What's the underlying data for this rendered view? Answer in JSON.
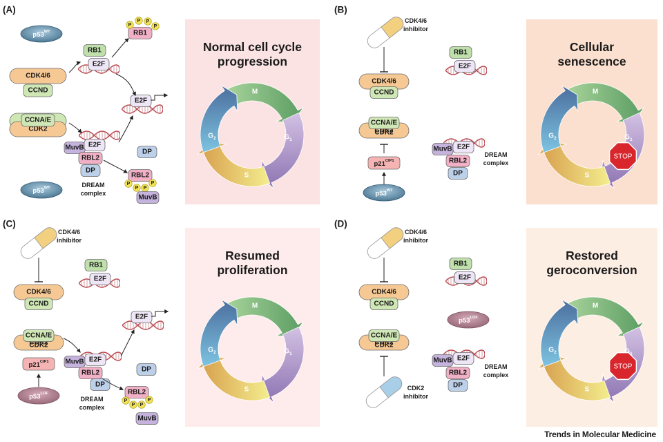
{
  "panels": [
    {
      "letter": "(A)",
      "title_line1": "Normal cell cycle",
      "title_line2": "progression",
      "p53_top": "p53",
      "p53_top_sup": "WT",
      "p53_bottom": "p53",
      "p53_bottom_sup": "WT",
      "cdk46": "CDK4/6",
      "ccnd": "CCND",
      "ccna": "CCNA/E",
      "cdk2": "CDK2",
      "rb1": "RB1",
      "e2f_rb": "E2F",
      "rb1_phos": "RB1",
      "e2f_free": "E2F",
      "muvb": "MuvB",
      "e2f_dream": "E2F",
      "rbl2": "RBL2",
      "dp": "DP",
      "dream_line1": "DREAM",
      "dream_line2": "complex",
      "dp_free": "DP",
      "rbl2_phos": "RBL2",
      "muvb_free": "MuvB",
      "p": "P"
    },
    {
      "letter": "(B)",
      "title_line1": "Cellular",
      "title_line2": "senescence",
      "inhib_line1": "CDK4/6",
      "inhib_line2": "inhibitor",
      "cdk46": "CDK4/6",
      "ccnd": "CCND",
      "ccna": "CCNA/E",
      "cdk2": "CDK2",
      "p21": "p21",
      "p21_sup": "CIP1",
      "p53": "p53",
      "p53_sup": "WT",
      "rb1": "RB1",
      "e2f_rb": "E2F",
      "muvb": "MuvB",
      "e2f_dream": "E2F",
      "rbl2": "RBL2",
      "dp": "DP",
      "dream_line1": "DREAM",
      "dream_line2": "complex",
      "stop": "STOP"
    },
    {
      "letter": "(C)",
      "title_line1": "Resumed",
      "title_line2": "proliferation",
      "inhib_line1": "CDK4/6",
      "inhib_line2": "inhibitor",
      "cdk46": "CDK4/6",
      "ccnd": "CCND",
      "ccna": "CCNA/E",
      "cdk2": "CDK2",
      "p21": "p21",
      "p21_sup": "CIP1",
      "p53": "p53",
      "p53_sup": "LOF",
      "rb1": "RB1",
      "e2f_rb": "E2F",
      "e2f_free": "E2F",
      "muvb": "MuvB",
      "e2f_dream": "E2F",
      "rbl2": "RBL2",
      "dp": "DP",
      "dream_line1": "DREAM",
      "dream_line2": "complex",
      "dp_free": "DP",
      "rbl2_phos": "RBL2",
      "muvb_free": "MuvB",
      "p": "P"
    },
    {
      "letter": "(D)",
      "title_line1": "Restored",
      "title_line2": "geroconversion",
      "inhib_line1": "CDK4/6",
      "inhib_line2": "inhibitor",
      "cdk46": "CDK4/6",
      "ccnd": "CCND",
      "ccna": "CCNA/E",
      "cdk2": "CDK2",
      "inhib2_line1": "CDK2",
      "inhib2_line2": "inhibitor",
      "rb1": "RB1",
      "e2f_rb": "E2F",
      "p53": "p53",
      "p53_sup": "LOF",
      "muvb": "MuvB",
      "e2f_dream": "E2F",
      "rbl2": "RBL2",
      "dp": "DP",
      "dream_line1": "DREAM",
      "dream_line2": "complex",
      "stop": "STOP"
    }
  ],
  "cycle": {
    "m": "M",
    "g1": "G",
    "g1_sub": "1",
    "s": "S",
    "g2": "G",
    "g2_sub": "2"
  },
  "footer": "Trends in Molecular Medicine",
  "colors": {
    "panel_pink": "#fbe3e3",
    "panel_peach": "#fbe0cf",
    "panel_light_pink": "#fdeceb",
    "panel_cream": "#fdeee4",
    "cdk46_orange": "#f6c893",
    "ccnd_green": "#cfe6b5",
    "rb1_green": "#bfe0ab",
    "e2f_lavender": "#eee6f6",
    "muvb_purple": "#c5b3dd",
    "rbl2_pink": "#f2b0c6",
    "dp_blue": "#bdd0ea",
    "p53_wt_blue": "#5a88a4",
    "p53_lof_mauve": "#a77586",
    "p21_pink": "#f5b3b3",
    "phospho_yellow": "#f2e356",
    "stop_red": "#d8262c",
    "inhibitor_yellow": "#f3d07f",
    "inhibitor_blue": "#a9cfe8"
  }
}
